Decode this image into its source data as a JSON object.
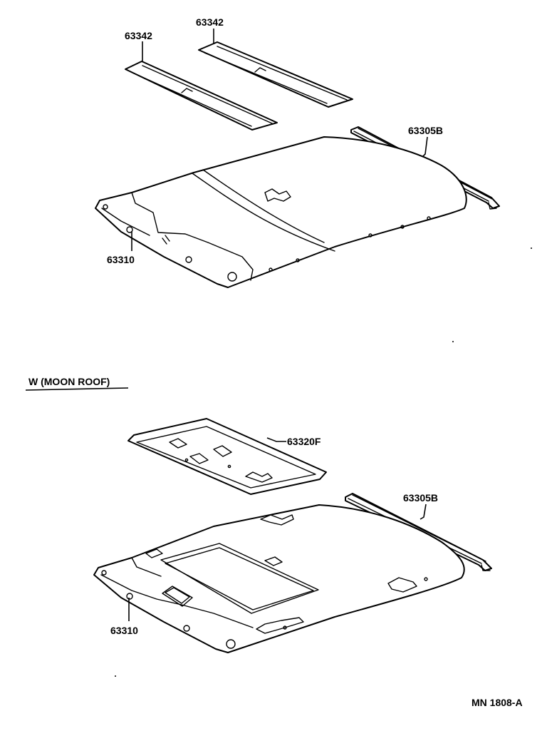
{
  "labels": {
    "top_pad_left": "63342",
    "top_pad_right": "63342",
    "top_rail": "63305B",
    "top_headliner": "63310",
    "section_title": "W (MOON ROOF)",
    "sunroof_panel": "63320F",
    "bottom_rail": "63305B",
    "bottom_headliner": "63310",
    "drawing_code": "MN 1808-A"
  }
}
